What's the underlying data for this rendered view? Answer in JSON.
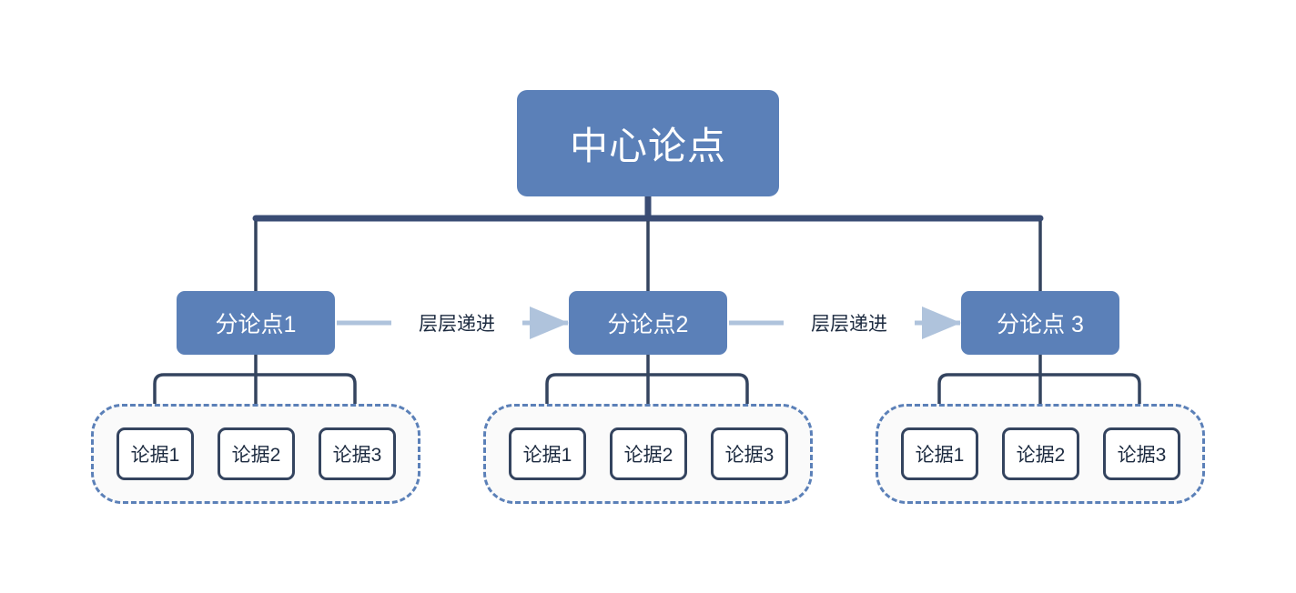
{
  "diagram": {
    "type": "hierarchy-tree",
    "title_node": {
      "id": "root",
      "label": "中心论点"
    },
    "branches": [
      {
        "id": "branch-1",
        "label": "分论点1",
        "evidence": [
          {
            "label": "论据1"
          },
          {
            "label": "论据2"
          },
          {
            "label": "论据3"
          }
        ]
      },
      {
        "id": "branch-2",
        "label": "分论点2",
        "evidence": [
          {
            "label": "论据1"
          },
          {
            "label": "论据2"
          },
          {
            "label": "论据3"
          }
        ]
      },
      {
        "id": "branch-3",
        "label": "分论点 3",
        "evidence": [
          {
            "label": "论据1"
          },
          {
            "label": "论据2"
          },
          {
            "label": "论据3"
          }
        ]
      }
    ],
    "edge_labels": [
      {
        "id": "edge-1-2",
        "label": "层层递进"
      },
      {
        "id": "edge-2-3",
        "label": "层层递进"
      }
    ],
    "colors": {
      "node_fill": "#5b80b8",
      "node_text": "#ffffff",
      "connector": "#34445f",
      "connector_trunk": "#3a4c74",
      "group_border": "#5b80b8",
      "group_fill": "#fafafa",
      "leaf_fill": "#ffffff",
      "leaf_border": "#34445f",
      "leaf_text": "#1d2b40",
      "arrow": "#afc3dc",
      "background": "#ffffff"
    }
  }
}
